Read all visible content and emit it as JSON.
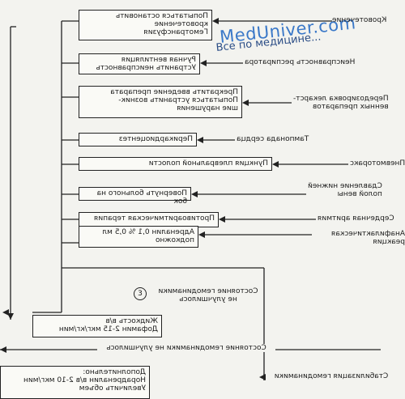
{
  "watermark": {
    "site": "MedUniver.com",
    "tagline": "Все по медицине..."
  },
  "complications": [
    {
      "cause": "Кровотечение",
      "action": "Попытаться остановить\nкровотечение\nГемотрансфузия"
    },
    {
      "cause": "Неисправность респиратора",
      "action": "Ручная вентиляция\nУстранить неисправность"
    },
    {
      "cause": "Передозировка лекарст-\nвенных препаратов",
      "action": "Прекратить введение препарата\nПопытаться устранить возник-\nшие нарушения"
    },
    {
      "cause": "Тампонада сердца",
      "action": "Перикардиоцентез"
    },
    {
      "cause": "Пневмоторакс",
      "action": "Пункция плевральной полости"
    },
    {
      "cause": "Сдавление нижней\nполой вены",
      "action": "Повернуть больного на бок"
    },
    {
      "cause": "Сердечная аритмия",
      "action": "Противоаритмическая терапия"
    },
    {
      "cause": "Анафилактическая реакция",
      "action": "Адреналин 0,1 % 0,5 мл\nподкожно"
    }
  ],
  "step3": {
    "number": "3",
    "label": "Состояние гемодинамики\nне улучшилось"
  },
  "fluids_box": "Жидкость в/в\nДофамин 2-15 мкг/кг/мин",
  "not_improved": "Состояние гемодинамики не улучшилось",
  "stabilized": "Стабилизация гемодинамики",
  "additional_box": "Дополнительно:\nНорадреналин в/в 2-10 мкг/мин\nУвеличить объем"
}
